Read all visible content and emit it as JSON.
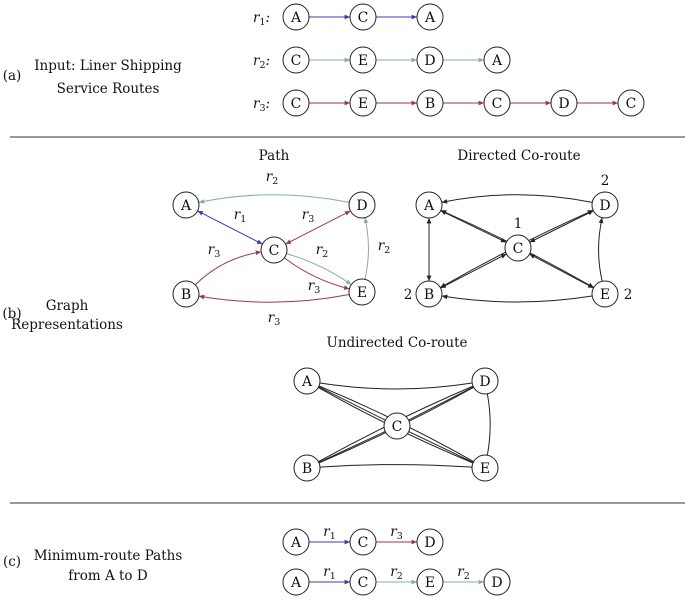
{
  "colors": {
    "r1": "#3b3bb0",
    "r2": "#86b09a",
    "r3": "#9a3a4a",
    "black": "#222222",
    "highlight": "#cc3333"
  },
  "section_a": {
    "letter": "(a)",
    "title_lines": [
      "Input: Liner Shipping",
      "Service Routes"
    ],
    "routes": [
      {
        "label": "r",
        "sub": "1",
        "suffix": ":",
        "nodes": [
          "A",
          "C",
          "A"
        ],
        "color": "r1"
      },
      {
        "label": "r",
        "sub": "2",
        "suffix": ":",
        "nodes": [
          "C",
          "E",
          "D",
          "A"
        ],
        "color": "r2"
      },
      {
        "label": "r",
        "sub": "3",
        "suffix": ":",
        "nodes": [
          "C",
          "E",
          "B",
          "C",
          "D",
          "C"
        ],
        "color": "r3"
      }
    ]
  },
  "section_b": {
    "letter": "(b)",
    "title_lines": [
      "Graph",
      "Representations"
    ],
    "path_graph": {
      "title": "Path",
      "nodes": [
        "A",
        "D",
        "C",
        "B",
        "E"
      ],
      "edge_labels": [
        {
          "r": "r",
          "sub": "2"
        },
        {
          "r": "r",
          "sub": "1"
        },
        {
          "r": "r",
          "sub": "3"
        },
        {
          "r": "r",
          "sub": "3"
        },
        {
          "r": "r",
          "sub": "2"
        },
        {
          "r": "r",
          "sub": "2"
        },
        {
          "r": "r",
          "sub": "3"
        },
        {
          "r": "r",
          "sub": "3"
        }
      ]
    },
    "directed_graph": {
      "title": "Directed Co-route",
      "nodes": [
        "A",
        "D",
        "C",
        "B",
        "E"
      ],
      "weights": {
        "D": "2",
        "C": "1",
        "B": "2",
        "E": "2"
      }
    },
    "undirected_graph": {
      "title": "Undirected Co-route",
      "nodes": [
        "A",
        "D",
        "C",
        "B",
        "E"
      ]
    }
  },
  "section_c": {
    "letter": "(c)",
    "title_lines": [
      "Minimum-route Paths",
      "from A to D"
    ],
    "paths": [
      {
        "nodes": [
          "A",
          "C",
          "D"
        ],
        "edges": [
          {
            "r": "r",
            "sub": "1",
            "color": "r1"
          },
          {
            "r": "r",
            "sub": "3",
            "color": "r3"
          }
        ]
      },
      {
        "nodes": [
          "A",
          "C",
          "E",
          "D"
        ],
        "edges": [
          {
            "r": "r",
            "sub": "1",
            "color": "r1"
          },
          {
            "r": "r",
            "sub": "2",
            "color": "r2"
          },
          {
            "r": "r",
            "sub": "2",
            "color": "r2"
          }
        ]
      }
    ]
  }
}
